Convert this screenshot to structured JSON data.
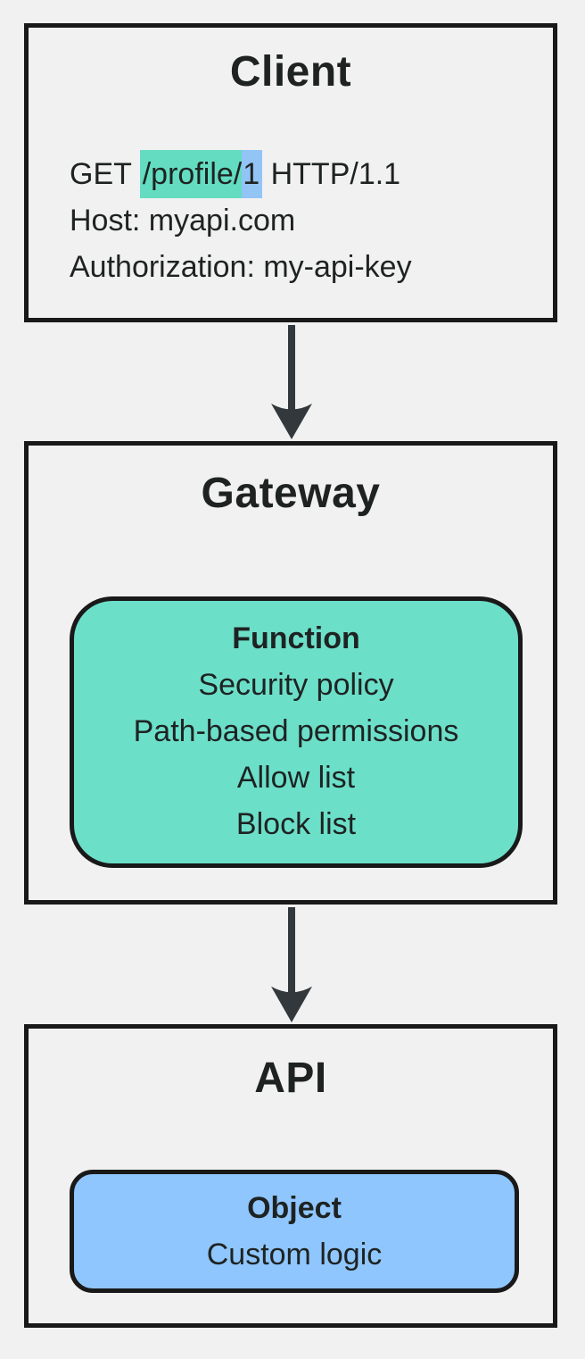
{
  "colors": {
    "background": "#f0f1f0",
    "box_border": "#191919",
    "text": "#1e2322",
    "arrow": "#33383c",
    "teal": "#6cdfc9",
    "blue": "#8fc6fe",
    "highlight_teal": "#63dcc1",
    "highlight_blue": "#93c4f6"
  },
  "client": {
    "title": "Client",
    "request": {
      "method": "GET ",
      "path_highlight": "/profile/",
      "id_highlight": "1",
      "protocol": " HTTP/1.1"
    },
    "host_line": "Host: myapi.com",
    "auth_line": "Authorization: my-api-key"
  },
  "gateway": {
    "title": "Gateway",
    "function_box": {
      "title": "Function",
      "items": [
        "Security policy",
        "Path-based permissions",
        "Allow list",
        "Block list"
      ]
    }
  },
  "api": {
    "title": "API",
    "object_box": {
      "title": "Object",
      "items": [
        "Custom logic"
      ]
    }
  }
}
